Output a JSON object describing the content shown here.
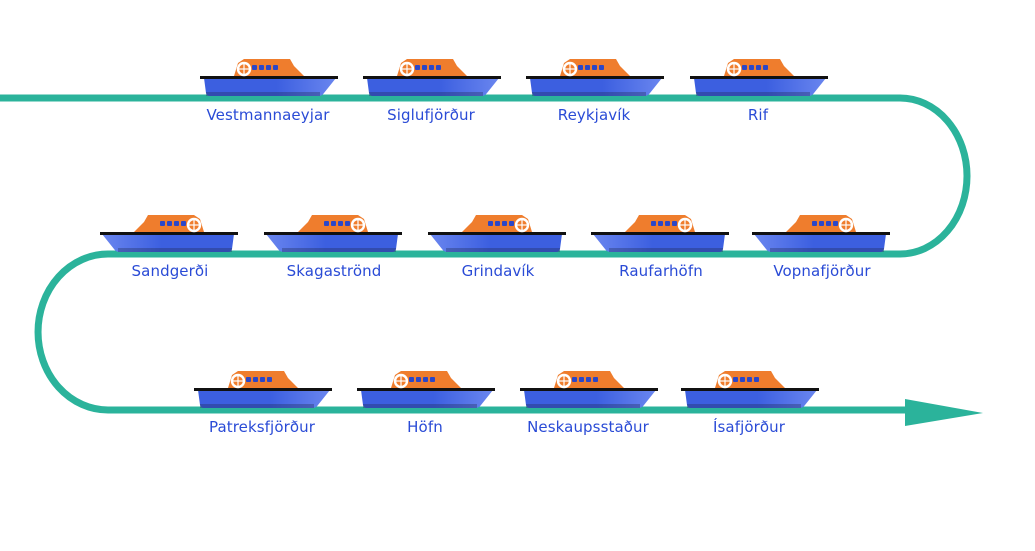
{
  "colors": {
    "route": "#2bb39b",
    "hull": "#3c5fe0",
    "hull_shade": "#6a86ef",
    "hull_rim": "#1f2a52",
    "deck_line": "#111111",
    "cabin": "#ef7d2d",
    "windows": "#2b47c8",
    "ring": "#ffffff",
    "label": "#2a4bd6"
  },
  "icons": {
    "boat": "lifeboat-icon",
    "route_end": "arrowhead-icon"
  },
  "rows": [
    {
      "direction": "right",
      "stations": [
        "Vestmannaeyjar",
        "Siglufjörður",
        "Reykjavík",
        "Rif"
      ]
    },
    {
      "direction": "left",
      "stations": [
        "Sandgerði",
        "Skagaströnd",
        "Grindavík",
        "Raufarhöfn",
        "Vopnafjörður"
      ]
    },
    {
      "direction": "right",
      "stations": [
        "Patreksfjörður",
        "Höfn",
        "Neskaupsstaður",
        "Ísafjörður"
      ]
    }
  ]
}
